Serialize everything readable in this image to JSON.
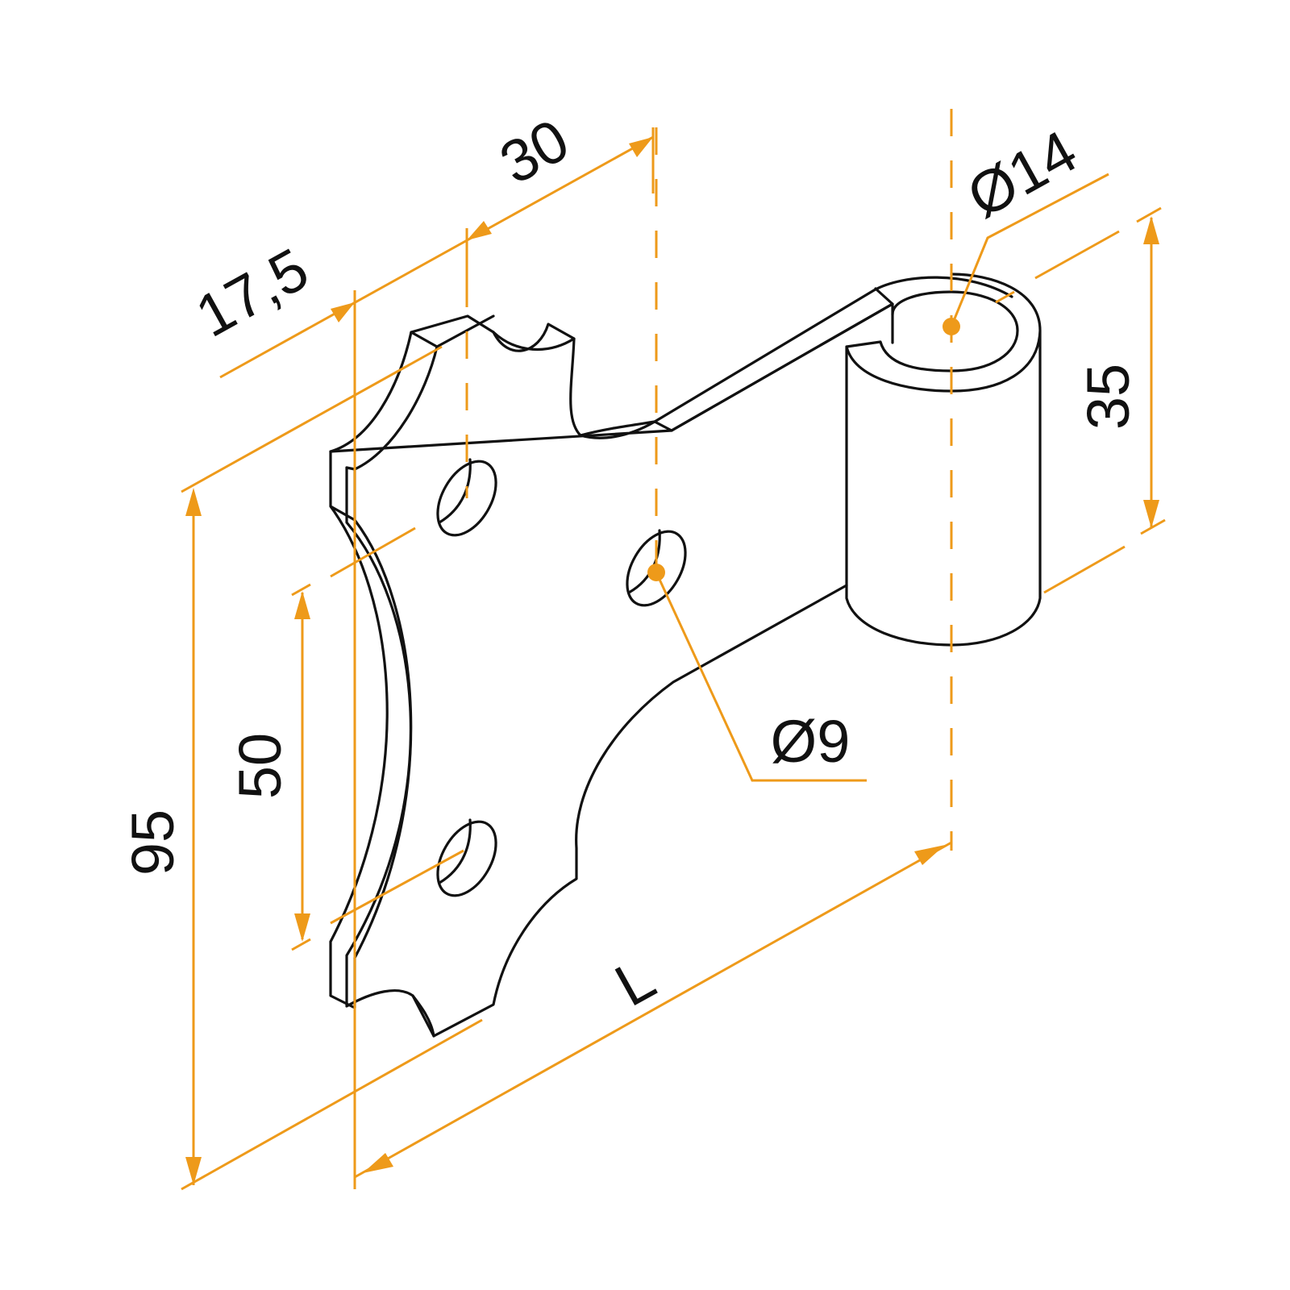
{
  "colors": {
    "dimension": "#ee9a1a",
    "outline": "#111111",
    "background": "#ffffff"
  },
  "dimensions": {
    "plate_height": "95",
    "hole_spacing": "50",
    "edge_offset": "17,5",
    "hole_offset": "30",
    "knuckle_height": "35",
    "pin_diameter": "Ø14",
    "hole_diameter": "Ø9",
    "length": "L"
  }
}
